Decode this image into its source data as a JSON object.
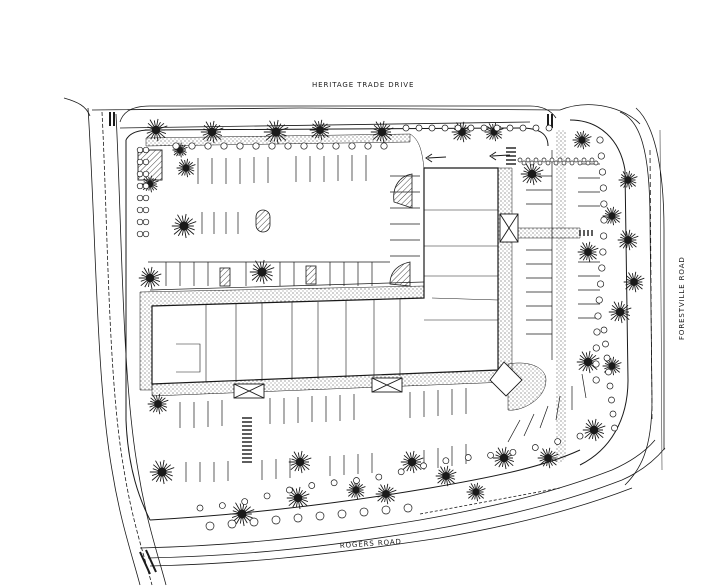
{
  "roads": {
    "north": "HERITAGE TRADE DRIVE",
    "east": "FORESTVILLE ROAD",
    "south": "ROGERS ROAD"
  },
  "colors": {
    "ink": "#1a1a1a",
    "paper": "#ffffff",
    "hatch": "#555555"
  },
  "icons": {
    "tree": "tree-icon",
    "shrub": "shrub-icon",
    "arrow": "traffic-arrow-icon"
  }
}
